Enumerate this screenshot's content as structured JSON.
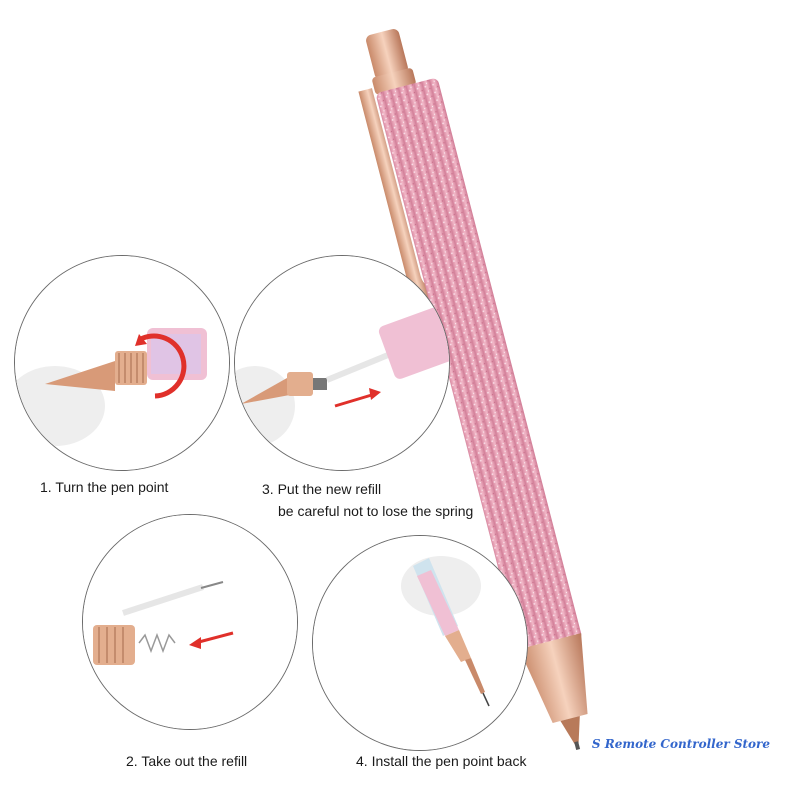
{
  "steps": [
    {
      "number": "1.",
      "text": "Turn the pen point"
    },
    {
      "number": "2.",
      "text": "Take out the refill"
    },
    {
      "number": "3.",
      "text": "Put the new refill",
      "subtext": "be careful not to lose the spring"
    },
    {
      "number": "4.",
      "text": "Install the pen point back"
    }
  ],
  "watermark": "S Remote Controller Store",
  "colors": {
    "pen_body": "#e8a3b8",
    "rose_gold": "#e0a888",
    "arrow_red": "#e0302a",
    "circle_border": "#6b6b6b",
    "watermark": "#3366cc"
  }
}
